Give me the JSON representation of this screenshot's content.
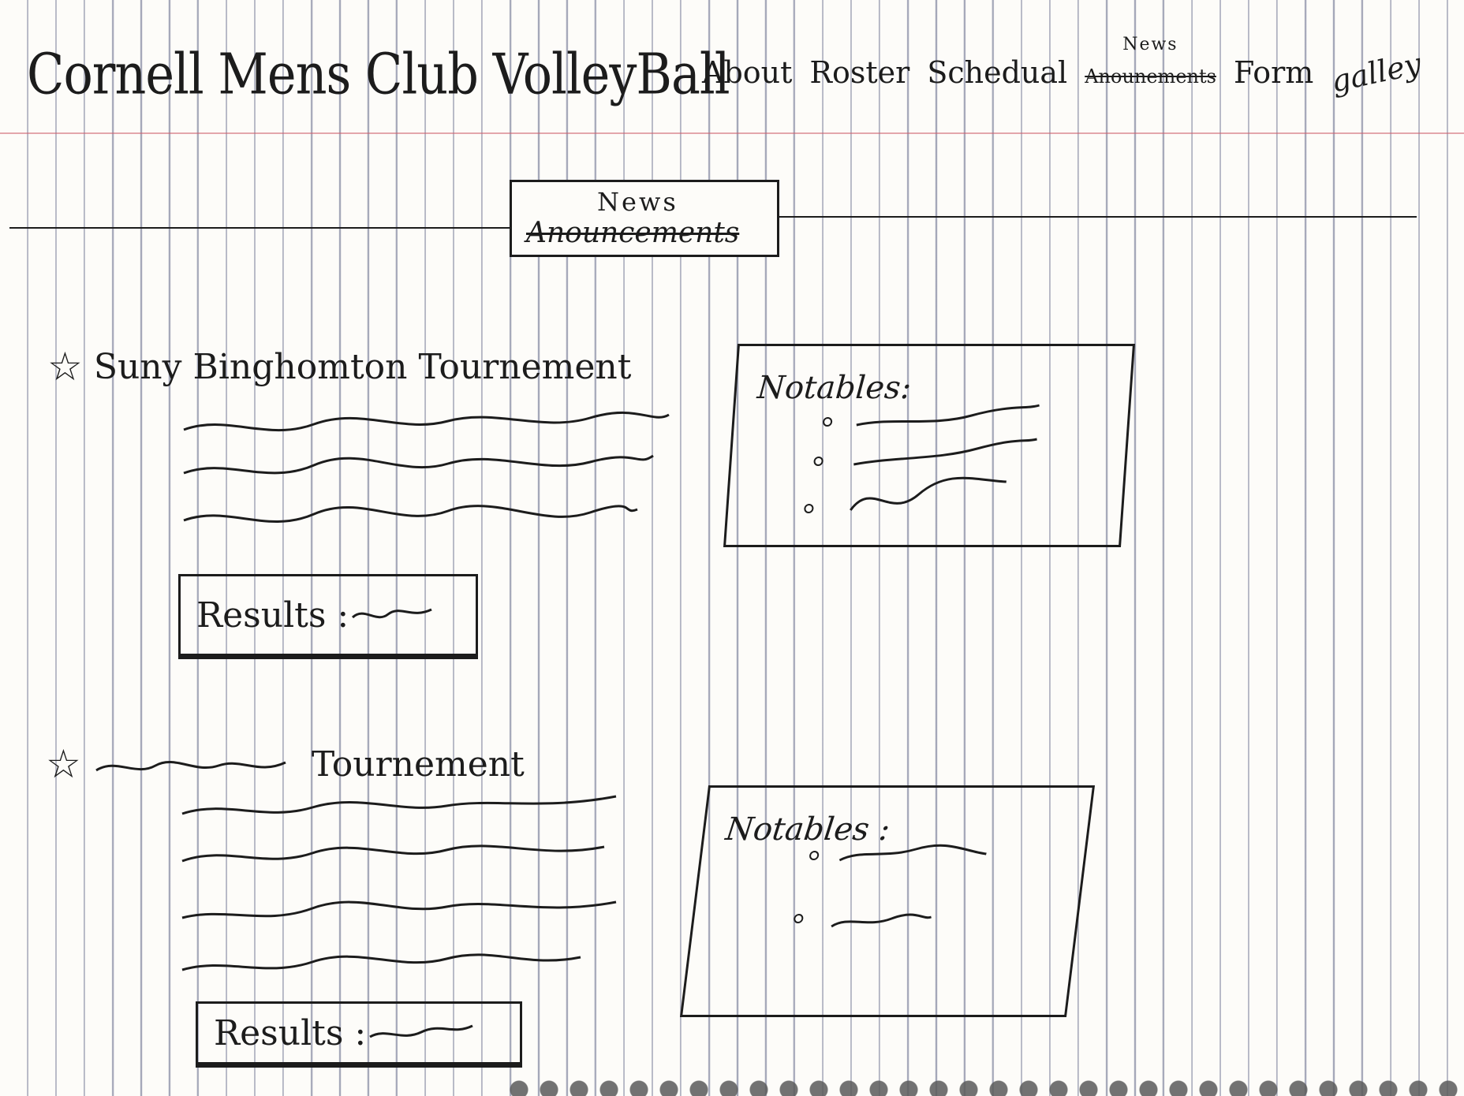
{
  "header": {
    "title": "Cornell Mens Club VolleyBall",
    "nav": {
      "about": "About",
      "roster": "Roster",
      "schedule": "Schedual",
      "news_struck": "Anounements",
      "news": "News",
      "form": "Form",
      "gallery": "galley"
    }
  },
  "section": {
    "struck": "Anouncements",
    "title": "News"
  },
  "tournaments": [
    {
      "name": "Suny Binghomton",
      "suffix": "Tournement",
      "results_label": "Results :",
      "notables_label": "Notables:"
    },
    {
      "name": "",
      "suffix": "Tournement",
      "results_label": "Results :",
      "notables_label": "Notables :"
    }
  ],
  "colors": {
    "ink": "#1c1c1c",
    "paper": "#fdfcf9",
    "grid_line": "#5c6284",
    "margin_line": "#cd5f6e"
  },
  "icons": {
    "star": "star-icon",
    "bullet": "bullet-icon"
  }
}
